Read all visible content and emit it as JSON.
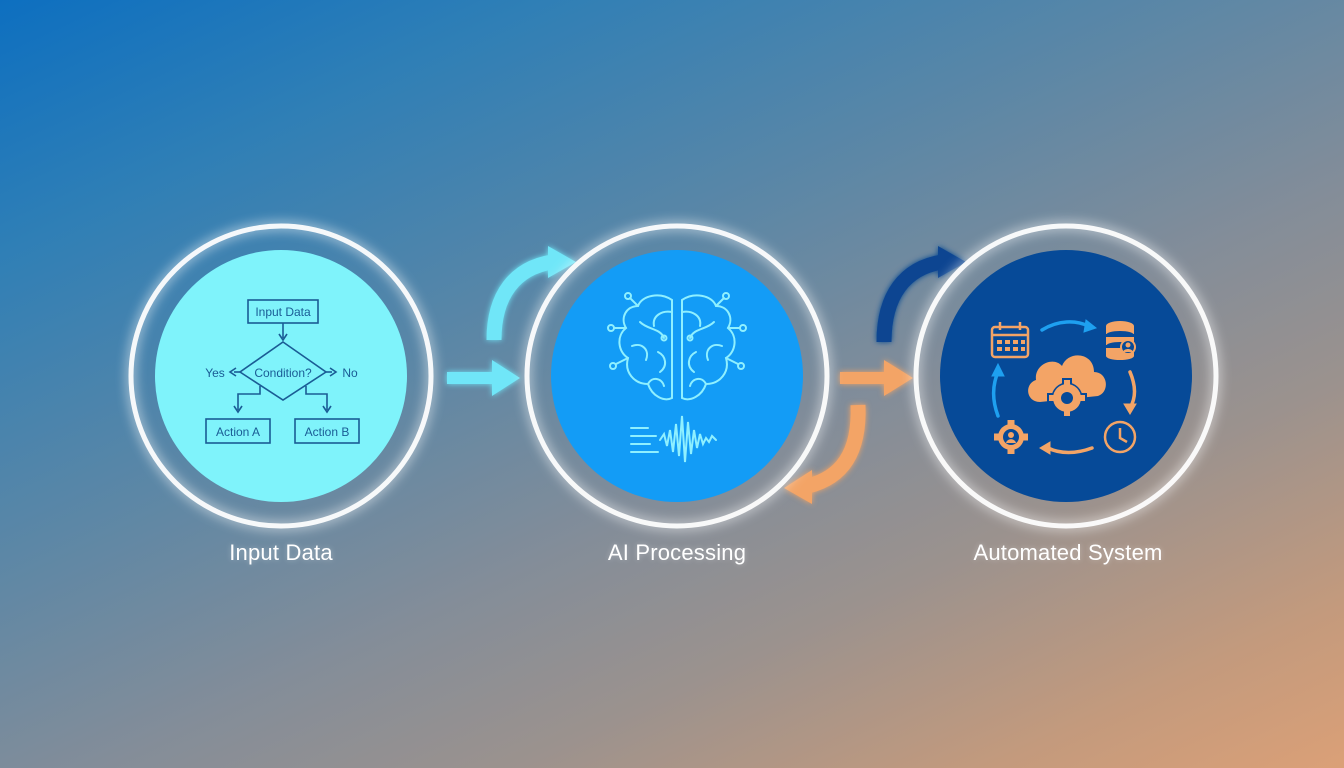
{
  "stages": [
    {
      "label": "Input Data",
      "fill": "#7ff3fb"
    },
    {
      "label": "AI Processing",
      "fill": "#139cf6"
    },
    {
      "label": "Automated System",
      "fill": "#064a98"
    }
  ],
  "flowchart": {
    "start": "Input Data",
    "decision": "Condition?",
    "yes": "Yes",
    "no": "No",
    "action_a": "Action A",
    "action_b": "Action B",
    "stroke": "#1a5c95"
  },
  "arrow_colors": {
    "cyan": "#6fe6f8",
    "orange": "#f3a466",
    "navy": "#0a4591"
  },
  "icons": {
    "stage2": [
      "brain-icon",
      "waveform-icon"
    ],
    "stage3": [
      "calendar-icon",
      "database-icon",
      "cloud-gear-icon",
      "team-gear-icon",
      "clock-icon",
      "cycle-arrows-icon"
    ]
  }
}
